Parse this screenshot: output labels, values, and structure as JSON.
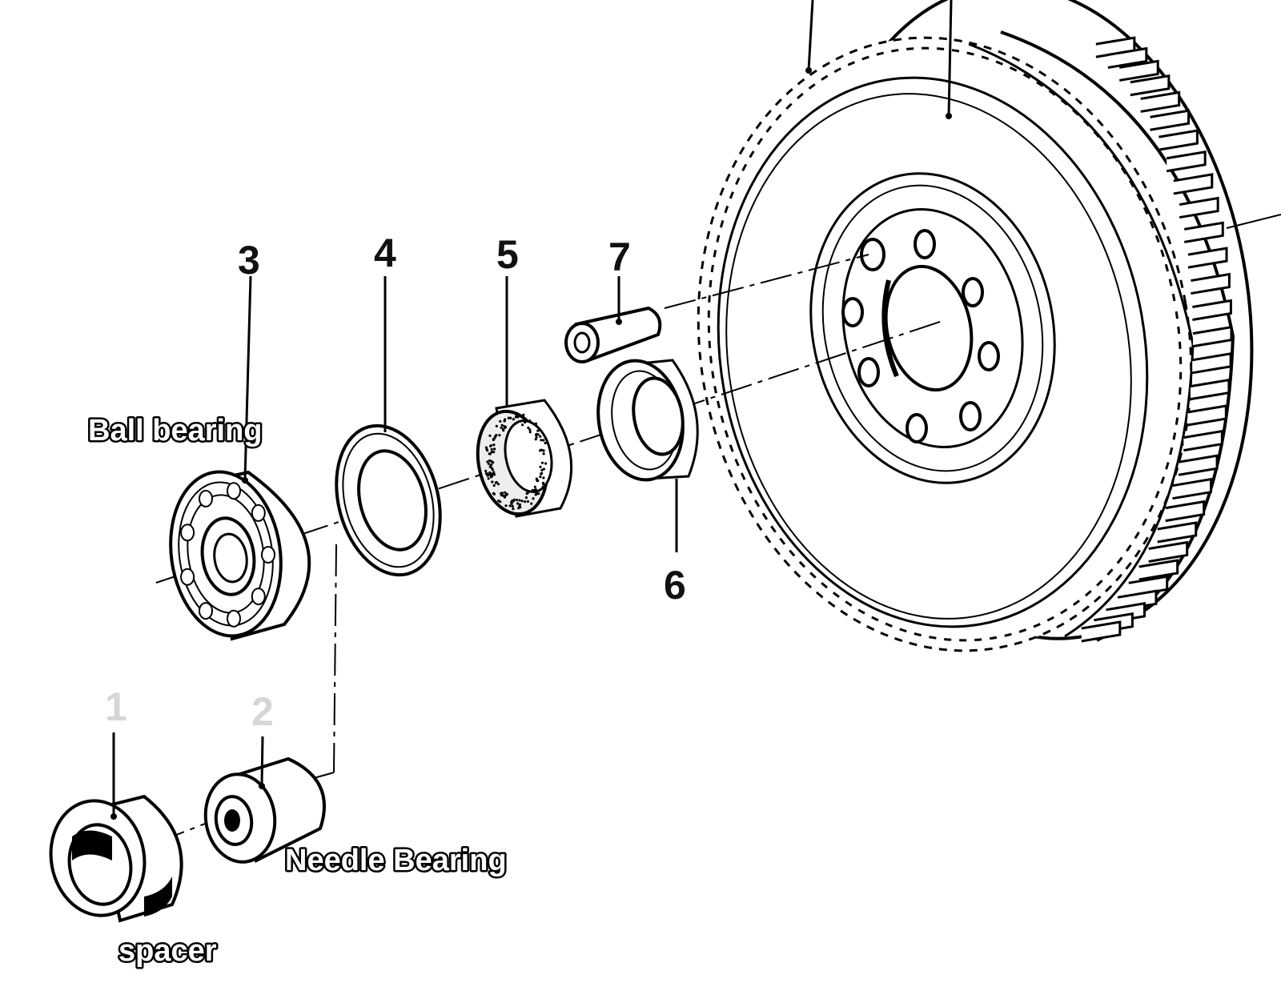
{
  "diagram": {
    "labels": {
      "ball_bearing": "Ball bearing",
      "needle_bearing": "Needle Bearing",
      "spacer": "spacer"
    },
    "parts": [
      {
        "number": "1"
      },
      {
        "number": "2"
      },
      {
        "number": "3"
      },
      {
        "number": "4"
      },
      {
        "number": "5"
      },
      {
        "number": "6"
      },
      {
        "number": "7"
      }
    ]
  }
}
